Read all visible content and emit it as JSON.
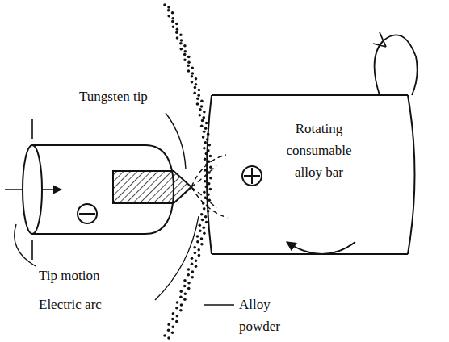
{
  "diagram": {
    "labels": [
      "Tungsten tip",
      "Rotating consumable alloy bar",
      "Tip motion",
      "Electric arc",
      "Alloy powder"
    ]
  }
}
